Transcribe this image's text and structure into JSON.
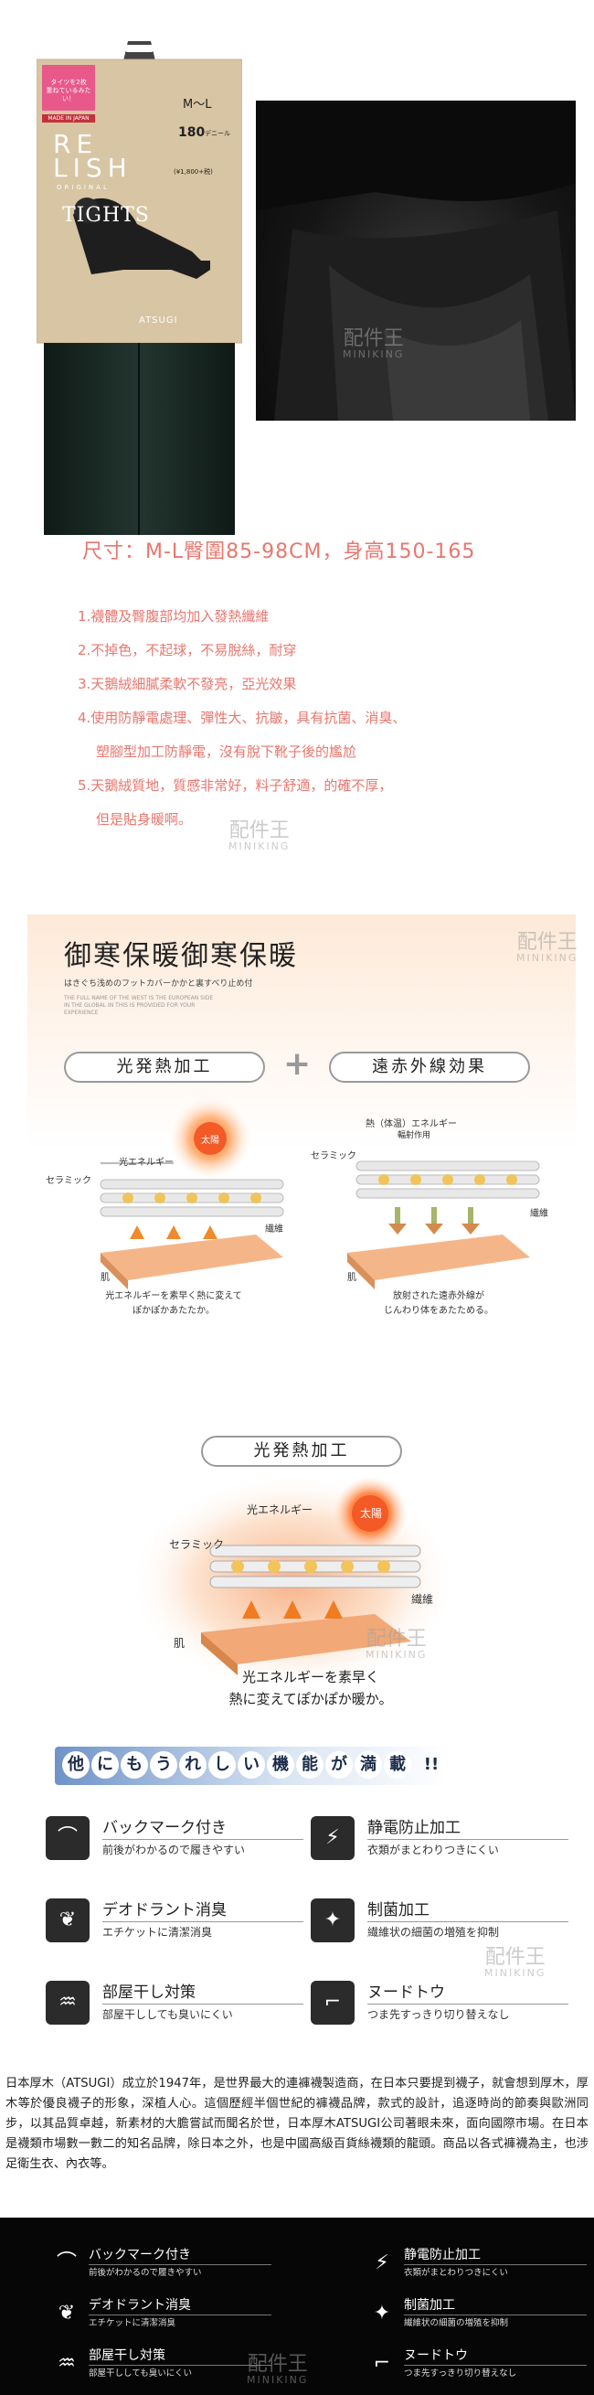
{
  "package": {
    "top_badge": "タイツを2枚\n重ねているみたい！",
    "made_in": "MADE IN JAPAN",
    "size": "M～L",
    "denier": "180",
    "denier_unit": "デニール",
    "brand_big": "RE\nLISH",
    "brand_sub": "ORIGINAL",
    "product": "TIGHTS",
    "maker": "ATSUGI",
    "price": "(¥1,800+税)"
  },
  "watermark": {
    "cn": "配件王",
    "en": "MINIKING"
  },
  "spec": {
    "size_line": "尺寸：M-L臀圍85-98CM，身高150-165",
    "features": [
      "1.襪體及臀腹部均加入發熱纖維",
      "2.不掉色，不起球，不易脫絲，耐穿",
      "3.天鵝絨細膩柔軟不發亮，亞光效果",
      "4.使用防靜電處理、彈性大、抗皺，具有抗菌、消臭、",
      "塑腳型加工防靜電，沒有脫下靴子後的尷尬",
      "5.天鵝絨質地，質感非常好，料子舒適，的確不厚，",
      "但是貼身暖啊。"
    ]
  },
  "banner1": {
    "title": "御寒保暖御寒保暖",
    "subtitle": "はきぐち浅めのフットカバーかかと裏すべり止め付",
    "fine1": "THE FULL NAME OF THE WEST IS THE EUROPEAN SIDE",
    "fine2": "IN THE GLOBAL IN THIS IS PROVIDED FOR YOUR",
    "fine3": "EXPERIENCE",
    "pill_left": "光発熱加工",
    "plus": "+",
    "pill_right": "遠赤外線効果",
    "left": {
      "light": "光エネルギー",
      "sun": "太陽",
      "ceramic": "セラミック",
      "fiber": "繊維",
      "skin": "肌",
      "caption": "光エネルギーを素早く熱に変えて\nぽかぽかあたたか。"
    },
    "right": {
      "heat": "熱（体温）エネルギー",
      "reflect": "輻射作用",
      "ceramic": "セラミック",
      "fiber": "繊維",
      "skin": "肌",
      "caption": "放射された遠赤外線が\nじんわり体をあたためる。"
    }
  },
  "banner2": {
    "pill": "光発熱加工",
    "light": "光エネルギー",
    "sun": "太陽",
    "ceramic": "セラミック",
    "fiber": "繊維",
    "skin": "肌",
    "caption": "光エネルギーを素早く\n熱に変えてぽかぽか暖か。"
  },
  "banner3": {
    "heading_chars": [
      "他",
      "に",
      "も",
      "う",
      "れ",
      "し",
      "い",
      "機",
      "能",
      "が",
      "満",
      "載",
      "!!"
    ],
    "items": [
      {
        "icon": "backmark-icon",
        "glyph": "⌒",
        "title": "バックマーク付き",
        "desc": "前後がわかるので履きやすい"
      },
      {
        "icon": "lightning-icon",
        "glyph": "⚡",
        "title": "静電防止加工",
        "desc": "衣類がまとわりつきにくい"
      },
      {
        "icon": "leaf-icon",
        "glyph": "❦",
        "title": "デオドラント消臭",
        "desc": "エチケットに清潔消臭"
      },
      {
        "icon": "sparkle-icon",
        "glyph": "✦",
        "title": "制菌加工",
        "desc": "繊維状の細菌の増殖を抑制"
      },
      {
        "icon": "socks-icon",
        "glyph": "♒",
        "title": "部屋干し対策",
        "desc": "部屋干ししても臭いにくい"
      },
      {
        "icon": "foot-icon",
        "glyph": "⌐",
        "title": "ヌードトウ",
        "desc": "つま先すっきり切り替えなし"
      }
    ]
  },
  "paragraph": "日本厚木（ATSUGI）成立於1947年，是世界最大的連褲襪製造商，在日本只要提到襪子，就會想到厚木，厚木等於優良襪子的形象，深植人心。這個歷經半個世紀的褲襪品牌，款式的設計，追逐時尚的節奏與歐洲同步，以其品質卓越，新素材的大膽嘗試而聞名於世，日本厚木ATSUGI公司著眼未來，面向國際市場。在日本是襪類市場數一數二的知名品牌，除日本之外，也是中國高級百貨絲襪類的龍頭。商品以各式褲襪為主，也涉足衛生衣、內衣等。"
}
